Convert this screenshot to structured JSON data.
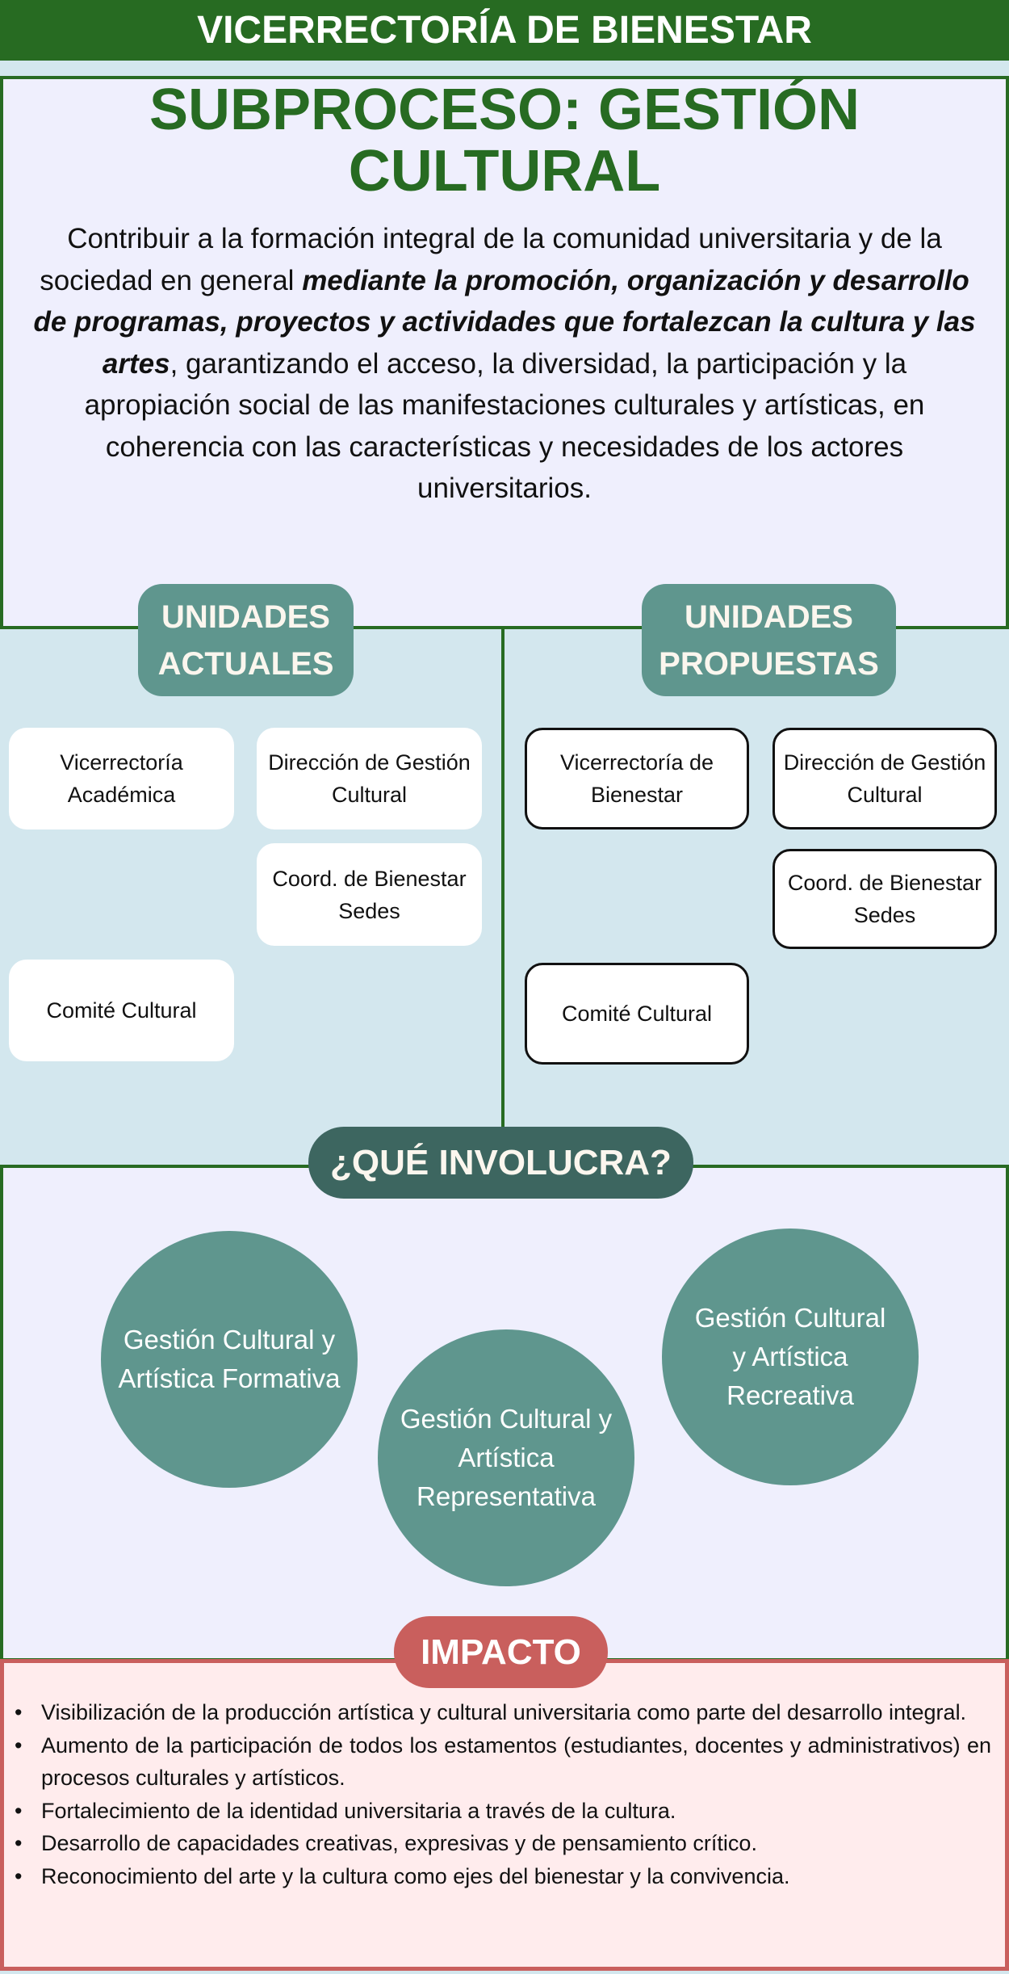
{
  "header": {
    "title": "VICERRECTORÍA DE BIENESTAR"
  },
  "subprocess": {
    "title_line1": "SUBPROCESO: GESTIÓN",
    "title_line2": "CULTURAL",
    "desc_before": "Contribuir a la formación integral de la comunidad universitaria y de la sociedad en general ",
    "desc_bold": "mediante la promoción, organización y desarrollo de programas, proyectos y actividades que fortalezcan la cultura y las artes",
    "desc_after": ", garantizando el acceso, la diversidad, la participación y la apropiación social de las manifestaciones culturales y artísticas, en coherencia con las características y necesidades de los actores universitarios."
  },
  "current_units": {
    "label_line1": "UNIDADES",
    "label_line2": "ACTUALES",
    "items": [
      "Vicerrectoría Académica",
      "Dirección de Gestión Cultural",
      "Coord. de Bienestar Sedes",
      "Comité Cultural"
    ]
  },
  "proposed_units": {
    "label_line1": "UNIDADES",
    "label_line2": "PROPUESTAS",
    "items": [
      "Vicerrectoría de Bienestar",
      "Dirección de Gestión Cultural",
      "Coord. de Bienestar Sedes",
      "Comité Cultural"
    ]
  },
  "involves": {
    "label": "¿QUÉ INVOLUCRA?",
    "items": [
      "Gestión Cultural y Artística Formativa",
      "Gestión Cultural y Artística Representativa",
      "Gestión Cultural y Artística Recreativa"
    ]
  },
  "impact": {
    "label": "IMPACTO",
    "items": [
      "Visibilización de la producción artística y cultural universitaria como parte del desarrollo integral.",
      "Aumento de la participación de todos los estamentos (estudiantes, docentes y administrativos) en procesos culturales y artísticos.",
      "Fortalecimiento de la identidad universitaria a través de la cultura.",
      "Desarrollo de capacidades creativas, expresivas y de pensamiento crítico.",
      "Reconocimiento del arte y la cultura como ejes del bienestar y la convivencia."
    ]
  },
  "colors": {
    "green": "#276b22",
    "teal": "#5f968e",
    "dark_teal": "#3d6660",
    "red": "#c95f5d",
    "bg": "#d3e7ee"
  }
}
